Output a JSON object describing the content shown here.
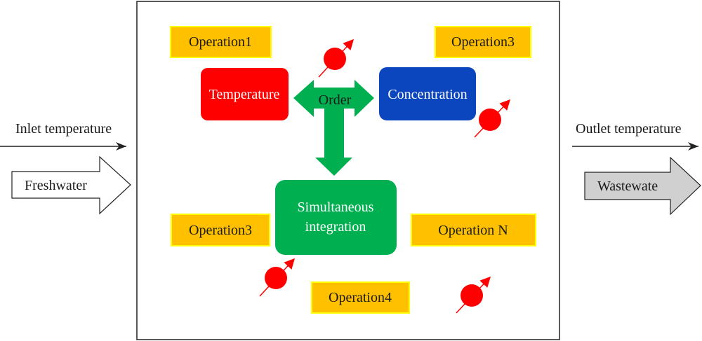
{
  "inputs": {
    "inlet_label": "Inlet temperature",
    "freshwater_label": "Freshwater"
  },
  "outputs": {
    "outlet_label": "Outlet temperature",
    "wastewater_label": "Wastewate"
  },
  "operations": {
    "op1": "Operation1",
    "op3_top": "Operation3",
    "op3_left": "Operation3",
    "opN": "Operation N",
    "op4": "Operation4"
  },
  "core": {
    "temperature": "Temperature",
    "concentration": "Concentration",
    "order": "Order",
    "integration_line1": "Simultaneous",
    "integration_line2": "integration"
  },
  "colors": {
    "temperature": "#FF0000",
    "concentration": "#0B46BE",
    "integration": "#00B050",
    "operation_fill": "#FFC000",
    "operation_border": "#FFFF00",
    "particle": "#FF0000"
  }
}
